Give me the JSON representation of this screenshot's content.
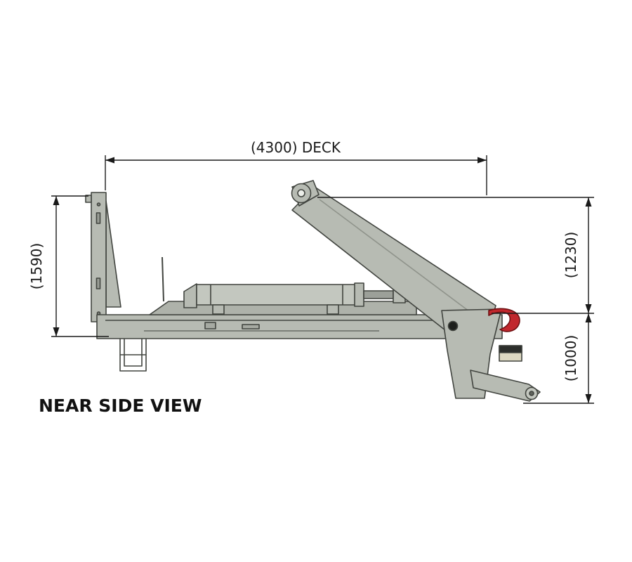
{
  "title": "NEAR SIDE VIEW",
  "dimensions": {
    "deck_width": "(4300) DECK",
    "overall_height": "(1590)",
    "hook_height": "(1230)",
    "rear_height": "(1000)"
  },
  "colors": {
    "background": "#ffffff",
    "machine_fill": "#b7bbb3",
    "machine_fill_light": "#c3c7bf",
    "machine_outline": "#41443f",
    "dimension_color": "#1a1a1a",
    "hook_red": "#c1272d"
  }
}
